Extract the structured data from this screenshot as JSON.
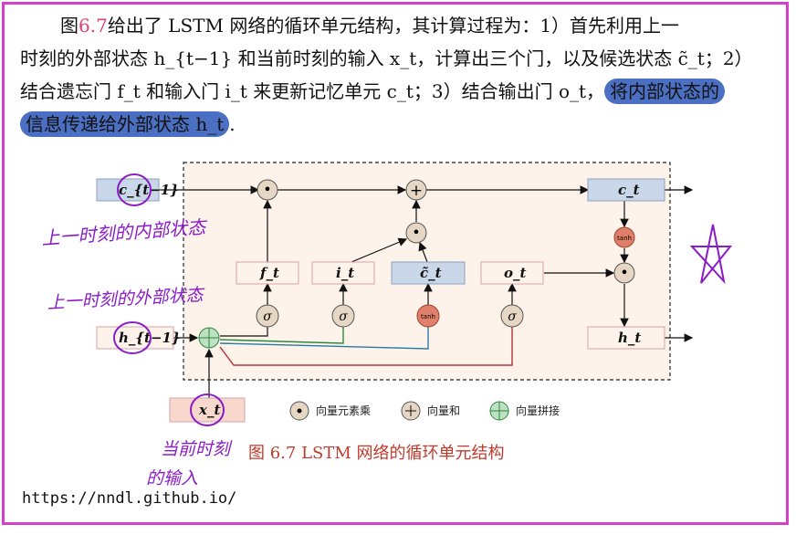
{
  "paragraph": {
    "line1_a": "图",
    "line1_fig": "6.7",
    "line1_b": "给出了 LSTM 网络的循环单元结构，其计算过程为：1）首先利用上一",
    "line2": "时刻的外部状态 h_{t−1} 和当前时刻的输入 x_t，计算出三个门，以及候选状态 c̃_t；2）",
    "line3_a": "结合遗忘门 f_t 和输入门 i_t 来更新记忆单元 c_t；3）结合输出门 o_t，",
    "line3_hl": "将内部状态的",
    "line4_hl": "信息传递给外部状态 h_t",
    "line4_end": "."
  },
  "diagram": {
    "nodes": {
      "c_prev": "c_{t−1}",
      "h_prev": "h_{t−1}",
      "x_t": "x_t",
      "f_t": "f_t",
      "i_t": "i_t",
      "c_tilde": "c̃_t",
      "o_t": "o_t",
      "c_t": "c_t",
      "h_t": "h_t"
    },
    "ops": {
      "sigma": "σ",
      "tanh": "tanh",
      "mult": "•",
      "plus": "+"
    },
    "legend": [
      {
        "icon": "elementwise-product-icon",
        "label": "向量元素乘"
      },
      {
        "icon": "vector-sum-icon",
        "label": "向量和"
      },
      {
        "icon": "vector-concat-icon",
        "label": "向量拼接"
      }
    ],
    "caption": "图 6.7   LSTM 网络的循环单元结构"
  },
  "annotations": {
    "note1": "上一时刻的内部状态",
    "note2": "上一时刻的外部状态",
    "note3a": "当前时刻",
    "note3b": "的输入"
  },
  "footer_url": "https://nndl.github.io/",
  "colors": {
    "border": "#d63fc8",
    "highlight": "#4b6fc2",
    "ink": "#8a1cc8",
    "box_fill": "#fdf3ea",
    "caption": "#c0392b"
  }
}
